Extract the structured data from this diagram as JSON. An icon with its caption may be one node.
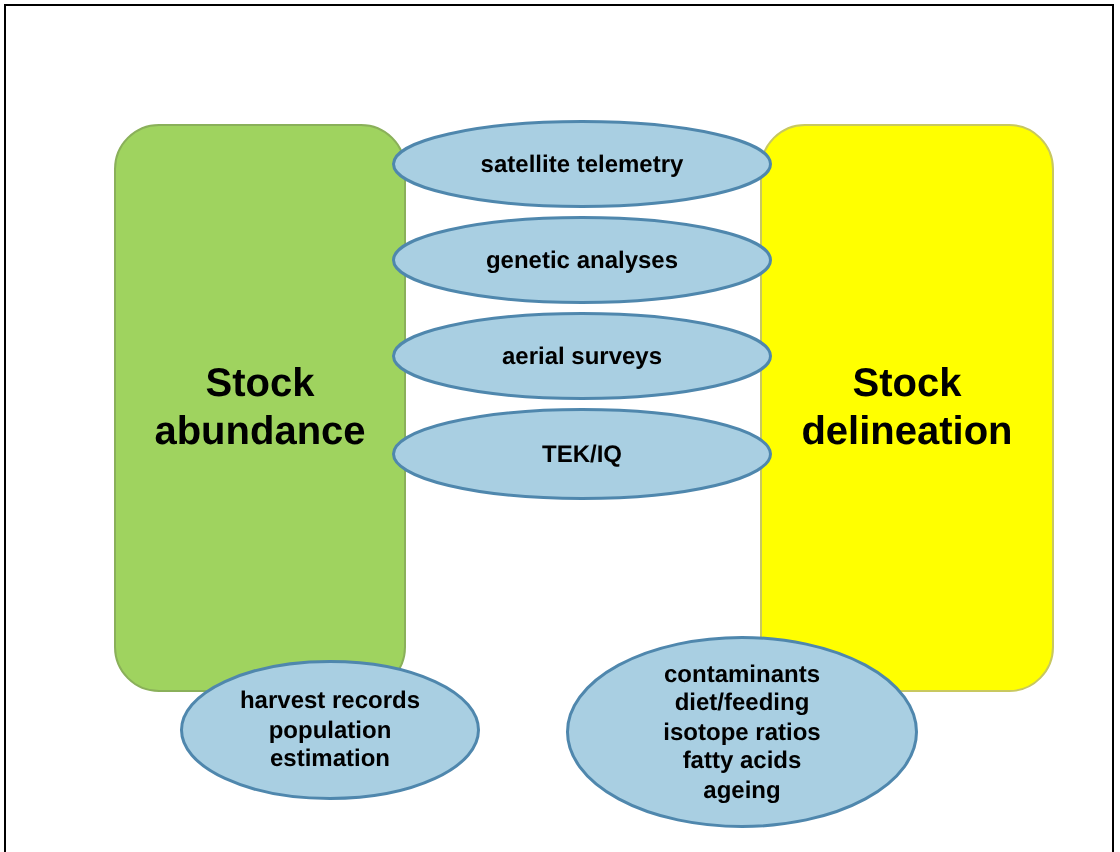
{
  "diagram": {
    "nodes": [
      {
        "text": [
          "Stock abundance"
        ]
      },
      {
        "text": [
          "Stock delineation"
        ]
      },
      {
        "text": [
          "satellite telemetry"
        ]
      },
      {
        "text": [
          "genetic analyses"
        ]
      },
      {
        "text": [
          "aerial surveys"
        ]
      },
      {
        "text": [
          "TEK/IQ"
        ]
      },
      {
        "text": [
          "harvest records population estimation"
        ]
      },
      {
        "text": [
          "contaminants diet/feeding isotope ratios fatty acids ageing"
        ]
      }
    ]
  }
}
